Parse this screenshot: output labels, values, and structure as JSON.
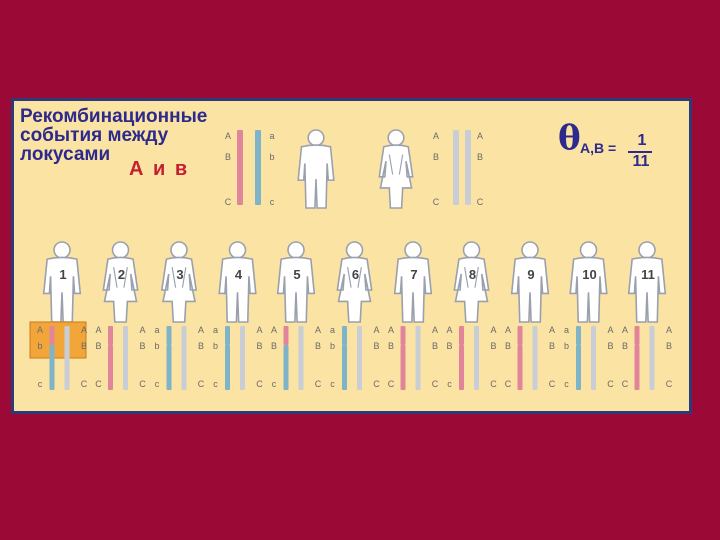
{
  "title_lines": [
    "Рекомбинационные",
    "события между",
    "локусами"
  ],
  "loci_tag": "А и в",
  "formula": {
    "symbol": "θ",
    "subscript": "A,B =",
    "numerator": "1",
    "denominator": "11"
  },
  "colors": {
    "background": "#9b0a36",
    "panel": "#fbe3a3",
    "border": "#2e3a78",
    "title": "#2c2a8c",
    "red_chr": "#e0859a",
    "blue_chr": "#7fb3c8",
    "grey_chr": "#c9cdd6",
    "figure": "#ffffff"
  },
  "parents": [
    {
      "role": "father",
      "chromosomes": [
        "red",
        "blue"
      ],
      "labels_left": [
        "A",
        "B",
        "C"
      ],
      "labels_right": [
        "a",
        "b",
        "c"
      ]
    },
    {
      "role": "mother",
      "chromosomes": [
        "grey",
        "grey"
      ],
      "labels_left": [
        "A",
        "B",
        "C"
      ],
      "labels_right": [
        "A",
        "B",
        "C"
      ]
    }
  ],
  "children": [
    {
      "number": "1",
      "sex": "male",
      "recombinant": true,
      "labels_left": [
        "A",
        "b",
        "c"
      ],
      "labels_right": [
        "A",
        "B",
        "C"
      ]
    },
    {
      "number": "2",
      "sex": "female",
      "recombinant": false,
      "labels_left": [
        "A",
        "B",
        "C"
      ],
      "labels_right": [
        "A",
        "B",
        "C"
      ]
    },
    {
      "number": "3",
      "sex": "female",
      "recombinant": false,
      "labels_left": [
        "a",
        "b",
        "c"
      ],
      "labels_right": [
        "A",
        "B",
        "C"
      ]
    },
    {
      "number": "4",
      "sex": "male",
      "recombinant": false,
      "labels_left": [
        "a",
        "b",
        "c"
      ],
      "labels_right": [
        "A",
        "B",
        "C"
      ]
    },
    {
      "number": "5",
      "sex": "male",
      "recombinant": false,
      "labels_left": [
        "A",
        "B",
        "c"
      ],
      "labels_right": [
        "A",
        "B",
        "C"
      ]
    },
    {
      "number": "6",
      "sex": "female",
      "recombinant": false,
      "labels_left": [
        "a",
        "b",
        "c"
      ],
      "labels_right": [
        "A",
        "B",
        "C"
      ]
    },
    {
      "number": "7",
      "sex": "male",
      "recombinant": false,
      "labels_left": [
        "A",
        "B",
        "C"
      ],
      "labels_right": [
        "A",
        "B",
        "C"
      ]
    },
    {
      "number": "8",
      "sex": "female",
      "recombinant": false,
      "labels_left": [
        "A",
        "B",
        "c"
      ],
      "labels_right": [
        "A",
        "B",
        "C"
      ]
    },
    {
      "number": "9",
      "sex": "male",
      "recombinant": false,
      "labels_left": [
        "A",
        "B",
        "C"
      ],
      "labels_right": [
        "A",
        "B",
        "C"
      ]
    },
    {
      "number": "10",
      "sex": "male",
      "recombinant": false,
      "labels_left": [
        "a",
        "b",
        "c"
      ],
      "labels_right": [
        "A",
        "B",
        "C"
      ]
    },
    {
      "number": "11",
      "sex": "male",
      "recombinant": false,
      "labels_left": [
        "A",
        "B",
        "C"
      ],
      "labels_right": [
        "A",
        "B",
        "C"
      ]
    }
  ]
}
